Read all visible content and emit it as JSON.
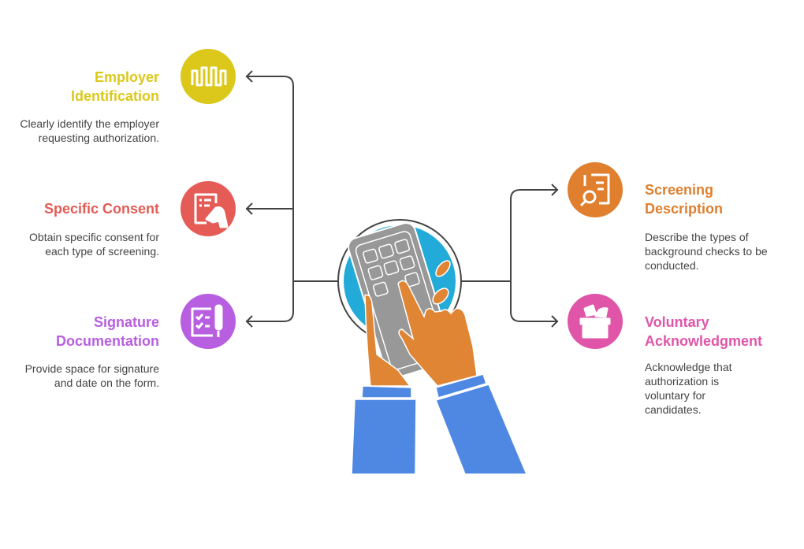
{
  "items": {
    "employer": {
      "title": "Employer Identification",
      "desc": "Clearly identify the employer requesting authorization.",
      "color": "#DCC81B",
      "icon": "bar-wave-icon"
    },
    "consent": {
      "title": "Specific Consent",
      "desc": "Obtain specific consent for each type of screening.",
      "color": "#E55B55",
      "icon": "signing-document-icon"
    },
    "signature": {
      "title": "Signature Documentation",
      "desc": "Provide space for signature and date on the form.",
      "color": "#B85EE0",
      "icon": "checklist-pen-icon"
    },
    "screening": {
      "title": "Screening Description",
      "desc": "Describe the types of background checks to be conducted.",
      "color": "#E07F2E",
      "icon": "document-search-icon"
    },
    "voluntary": {
      "title": "Voluntary Acknowledgment",
      "desc": "Acknowledge that authorization is voluntary for candidates.",
      "color": "#E055A8",
      "icon": "ballot-box-icon"
    }
  },
  "center": {
    "icon": "hands-calculator-icon"
  }
}
